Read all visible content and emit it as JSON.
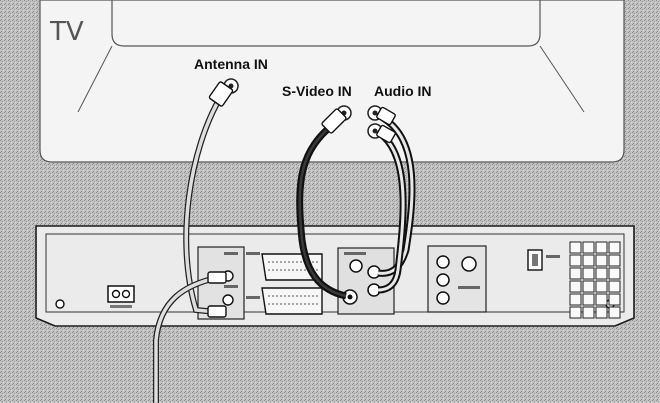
{
  "labels": {
    "tv": "TV",
    "antenna_in": "Antenna IN",
    "svideo_in": "S-Video IN",
    "audio_in": "Audio IN"
  },
  "colors": {
    "background": "#bdbdbd",
    "tv_body": "#f4f4f4",
    "outline": "#555555",
    "cable_dark": "#1a1a1a",
    "cable_light": "#dedede",
    "recorder_body": "#ebebeb"
  }
}
